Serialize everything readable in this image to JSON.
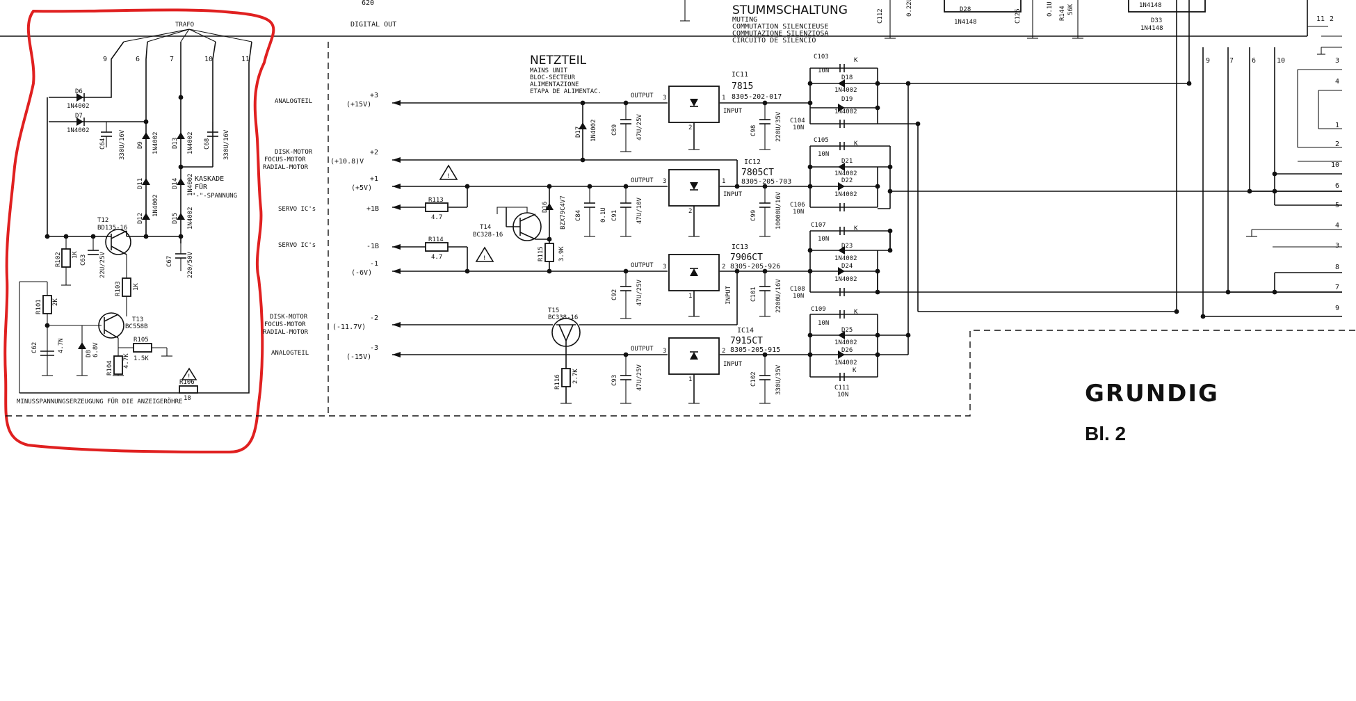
{
  "header": {
    "digital_out": "DIGITAL OUT",
    "digital_620": "620",
    "stumm_title": "STUMMSCHALTUNG",
    "stumm_lines": [
      "MUTING",
      "COMMUTATION SILENCIEUSE",
      "COMMUTAZIONE SILENZIOSA",
      "CIRCUITO DE SILENCIO"
    ],
    "c112": "C112",
    "c112_val": "0.22U",
    "d28": "D28",
    "d28_type": "1N4148",
    "c125": "C125",
    "c125_val": "0.1U",
    "r144": "R144",
    "r144_val": "56K",
    "d33": "D33",
    "d33_type": "1N4148",
    "d_top_type": "1N4148",
    "pin_11": "11",
    "pin_2": "2"
  },
  "trafo": {
    "title": "TRAFO",
    "pins": [
      "9",
      "6",
      "7",
      "10",
      "11"
    ]
  },
  "left_block": {
    "d6": "D6",
    "d6_type": "1N4002",
    "d7": "D7",
    "d7_type": "1N4002",
    "c64": "C64",
    "c64_val": "330U/16V",
    "d9": "D9",
    "d9_type": "1N4002",
    "d13": "D13",
    "d13_type": "1N4002",
    "c68": "C68",
    "c68_val": "330U/16V",
    "kaskade": "KASKADE",
    "fuer": "FÜR",
    "spannung": "\"-\"-SPANNUNG",
    "d11": "D11",
    "d11_type": "1N4002",
    "d14": "D14",
    "d14_type": "1N4002",
    "d12": "D12",
    "d12_type": "1N4002",
    "d15": "D15",
    "d15_type": "1N4002",
    "t12": "T12",
    "t12_type": "BD135-16",
    "r102": "R102",
    "r102_val": "1K",
    "c63": "C63",
    "c63_val": "22U/25V",
    "c67": "C67",
    "c67_val": "220/50V",
    "r103": "R103",
    "r103_val": "1K",
    "r101": "R101",
    "r101_val": "2K",
    "t13": "T13",
    "t13_type": "BC558B",
    "c62": "C62",
    "c62_val": "4.7N",
    "d8": "D8",
    "d8_val": "6.8V",
    "r105": "R105",
    "r105_val": "1.5K",
    "r104": "R104",
    "r104_val": "4.7K",
    "r106": "R106",
    "r106_val": "18",
    "caption": "MINUSSPANNUNGSERZEUGUNG FÜR DIE ANZEIGERÖHRE"
  },
  "rails": {
    "analogteil_a": "ANALOGTEIL",
    "p3": "+3",
    "p3_v": "(+15V)",
    "disk_motor_a": "DISK-MOTOR",
    "focus_motor_a": "FOCUS-MOTOR",
    "radial_motor_a": "RADIAL-MOTOR",
    "p2": "+2",
    "p2_v": "(+10.8)V",
    "p1": "+1",
    "p1_v": "(+5V)",
    "servo_a": "SERVO IC's",
    "p1b": "+1B",
    "servo_b": "SERVO IC's",
    "m1b": "-1B",
    "m1": "-1",
    "m1_v": "(-6V)",
    "disk_motor_b": "DISK-MOTOR",
    "focus_motor_b": "FOCUS-MOTOR",
    "radial_motor_b": "RADIAL-MOTOR",
    "m2": "-2",
    "m2_v": "(-11.7V)",
    "analogteil_b": "ANALOGTEIL",
    "m3": "-3",
    "m3_v": "(-15V)"
  },
  "netzteil": {
    "title": "NETZTEIL",
    "lines": [
      "MAINS UNIT",
      "BLOC-SECTEUR",
      "ALIMENTAZIONE",
      "ETAPA DE ALIMENTAC."
    ]
  },
  "middle": {
    "r113": "R113",
    "r113_val": "4.7",
    "r114": "R114",
    "r114_val": "4.7",
    "t14": "T14",
    "t14_type": "BC328-16",
    "d16": "D16",
    "d16_type": "BZX79C4V7",
    "r115": "R115",
    "r115_val": "3.9K",
    "c84": "C84",
    "c84_val": "0.1U",
    "c91": "C91",
    "c91_val": "47U/10V",
    "d17": "D17",
    "d17_type": "1N4002",
    "c89": "C89",
    "c89_val": "47U/25V",
    "c92": "C92",
    "c92_val": "47U/25V",
    "t15": "T15",
    "t15_type": "BC338-16",
    "r116": "R116",
    "r116_val": "2.7K",
    "c93": "C93",
    "c93_val": "47U/25V"
  },
  "regulators": [
    {
      "name": "IC11",
      "type": "7815",
      "part": "8305-202-017",
      "out_pin": "3",
      "in_pin": "1",
      "gnd_pin": "2"
    },
    {
      "name": "IC12",
      "type": "7805CT",
      "part": "8305-205-703",
      "out_pin": "3",
      "in_pin": "1",
      "gnd_pin": "2"
    },
    {
      "name": "IC13",
      "type": "7906CT",
      "part": "8305-205-926",
      "out_pin": "3",
      "in_pin": "2",
      "gnd_pin": "1"
    },
    {
      "name": "IC14",
      "type": "7915CT",
      "part": "8305-205-915",
      "out_pin": "3",
      "in_pin": "2",
      "gnd_pin": "1"
    }
  ],
  "reg_labels": {
    "output": "OUTPUT",
    "input": "INPUT"
  },
  "input_caps": {
    "c98": "C98",
    "c98_val": "220U/35V",
    "c99": "C99",
    "c99_val": "10000U/16V",
    "c101": "C101",
    "c101_val": "2200U/16V",
    "c102": "C102",
    "c102_val": "330U/35V"
  },
  "bridge": {
    "k": "K",
    "c103": "C103",
    "c103_val": "10N",
    "d18": "D18",
    "d18_type": "1N4002",
    "d19": "D19",
    "d19_type": "1N4002",
    "c104": "C104",
    "c104_val": "10N",
    "c105": "C105",
    "c105_val": "10N",
    "d21": "D21",
    "d21_type": "1N4002",
    "d22": "D22",
    "d22_type": "1N4002",
    "c106": "C106",
    "c106_val": "10N",
    "c107": "C107",
    "c107_val": "10N",
    "d23": "D23",
    "d23_type": "1N4002",
    "d24": "D24",
    "d24_type": "1N4002",
    "c108": "C108",
    "c108_val": "10N",
    "c109": "C109",
    "c109_val": "10N",
    "d25": "D25",
    "d25_type": "1N4002",
    "d26": "D26",
    "d26_type": "1N4002",
    "c111": "C111",
    "c111_val": "10N"
  },
  "connector": {
    "top_pins": [
      "9",
      "7",
      "6",
      "10"
    ],
    "right_pins": [
      "3",
      "4",
      "1",
      "2",
      "10",
      "6",
      "5",
      "4",
      "3",
      "8",
      "7",
      "9"
    ]
  },
  "brand": "GRUNDIG",
  "sheet": "Bl. 2"
}
